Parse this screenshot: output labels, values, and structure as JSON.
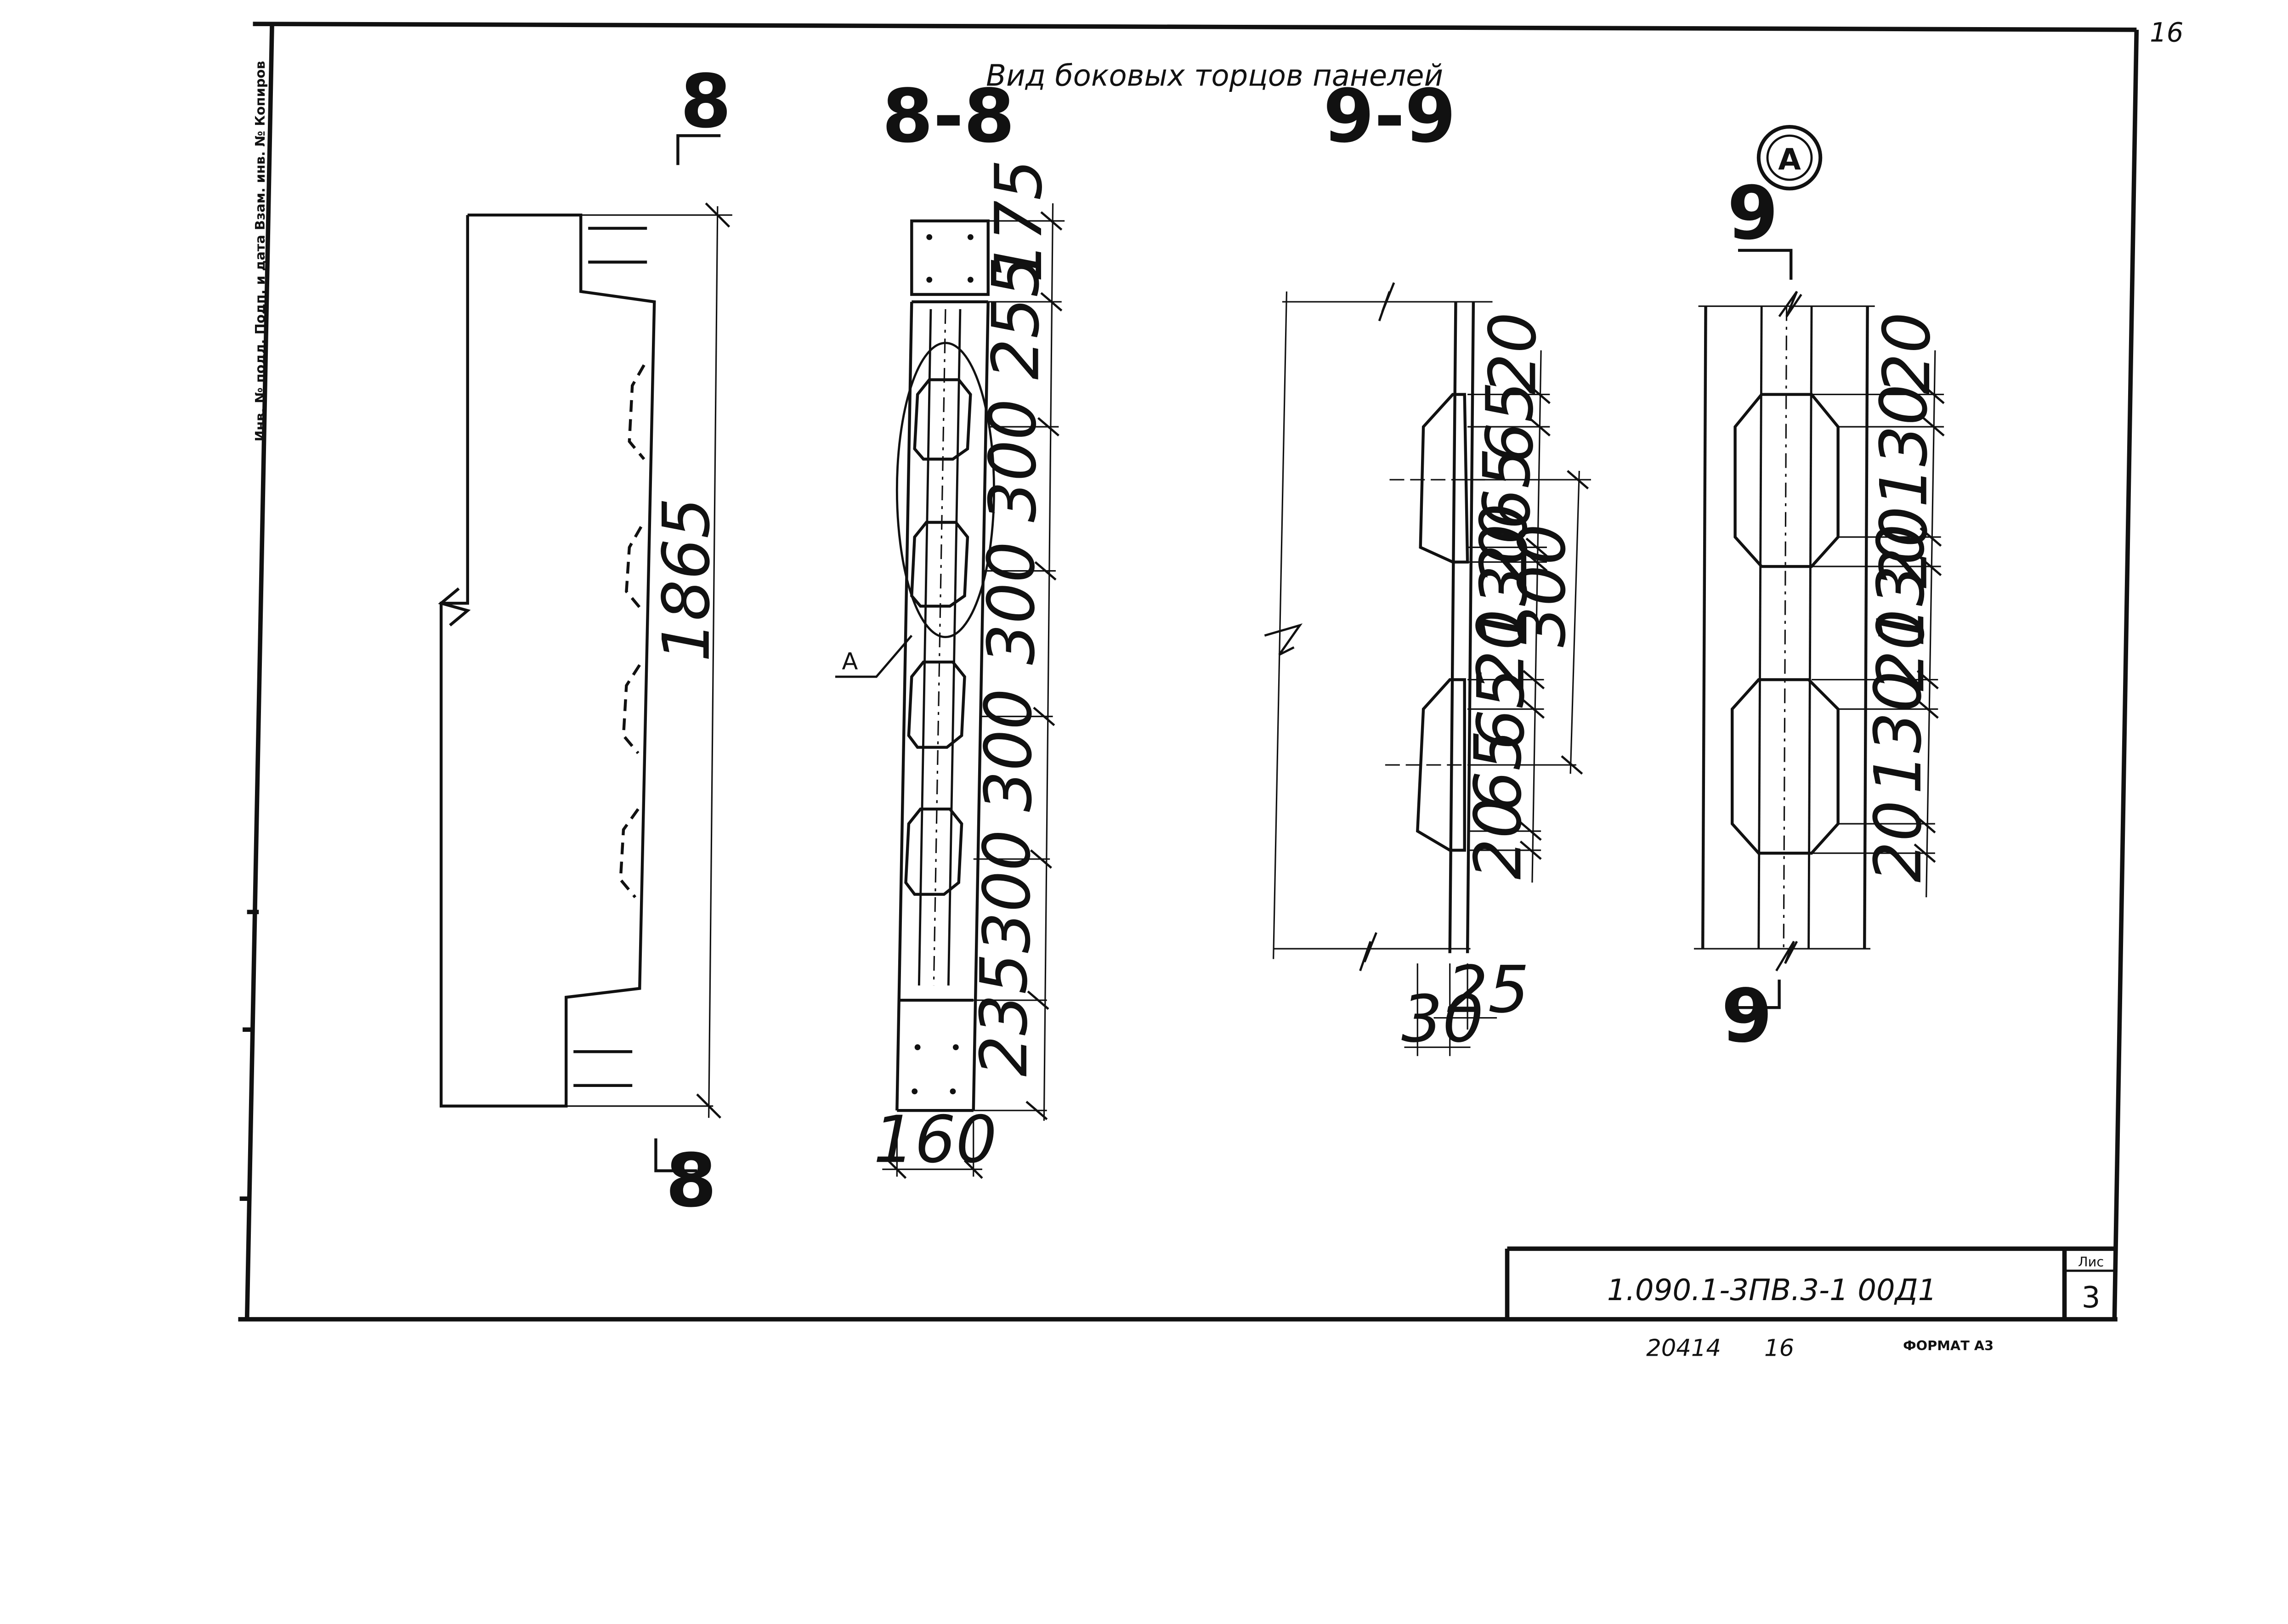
{
  "drawing": {
    "title": "Вид боковых торцов панелей",
    "corner_sheet_number": "16",
    "left_margin_stamp": "Инв. № подл.  Подп. и дата  Взам. инв. №  Копиров",
    "section_8_mark": "8",
    "section_8_label": "8-8",
    "section_9_mark": "9",
    "section_9_label": "9-9",
    "callout_letter": "A",
    "callout_leader_label": "А",
    "view_1": {
      "dims": {
        "height": "1865"
      }
    },
    "section_8_8": {
      "dims": {
        "d1": "175",
        "d2": "255",
        "d3": "300",
        "d4": "300",
        "d5": "300",
        "d6": "300",
        "d7": "235",
        "width": "160"
      }
    },
    "section_9_9": {
      "dims": {
        "a": "20",
        "b": "65",
        "c": "65",
        "d": "20",
        "e": "130",
        "f": "20",
        "g": "65",
        "h": "65",
        "i": "20",
        "pitch": "300",
        "w1": "25",
        "w2": "30"
      }
    },
    "detail_A": {
      "dims": {
        "a": "20",
        "b": "130",
        "c": "20",
        "d": "130",
        "e": "20",
        "f": "130",
        "g": "20"
      }
    }
  },
  "title_block": {
    "code": "1.090.1-3ПВ.3-1  00Д1",
    "sheet_label": "Лис",
    "sheet_number": "3"
  },
  "footer": {
    "inventory": "20414",
    "page": "16",
    "format": "ФОРМАТ А3"
  }
}
